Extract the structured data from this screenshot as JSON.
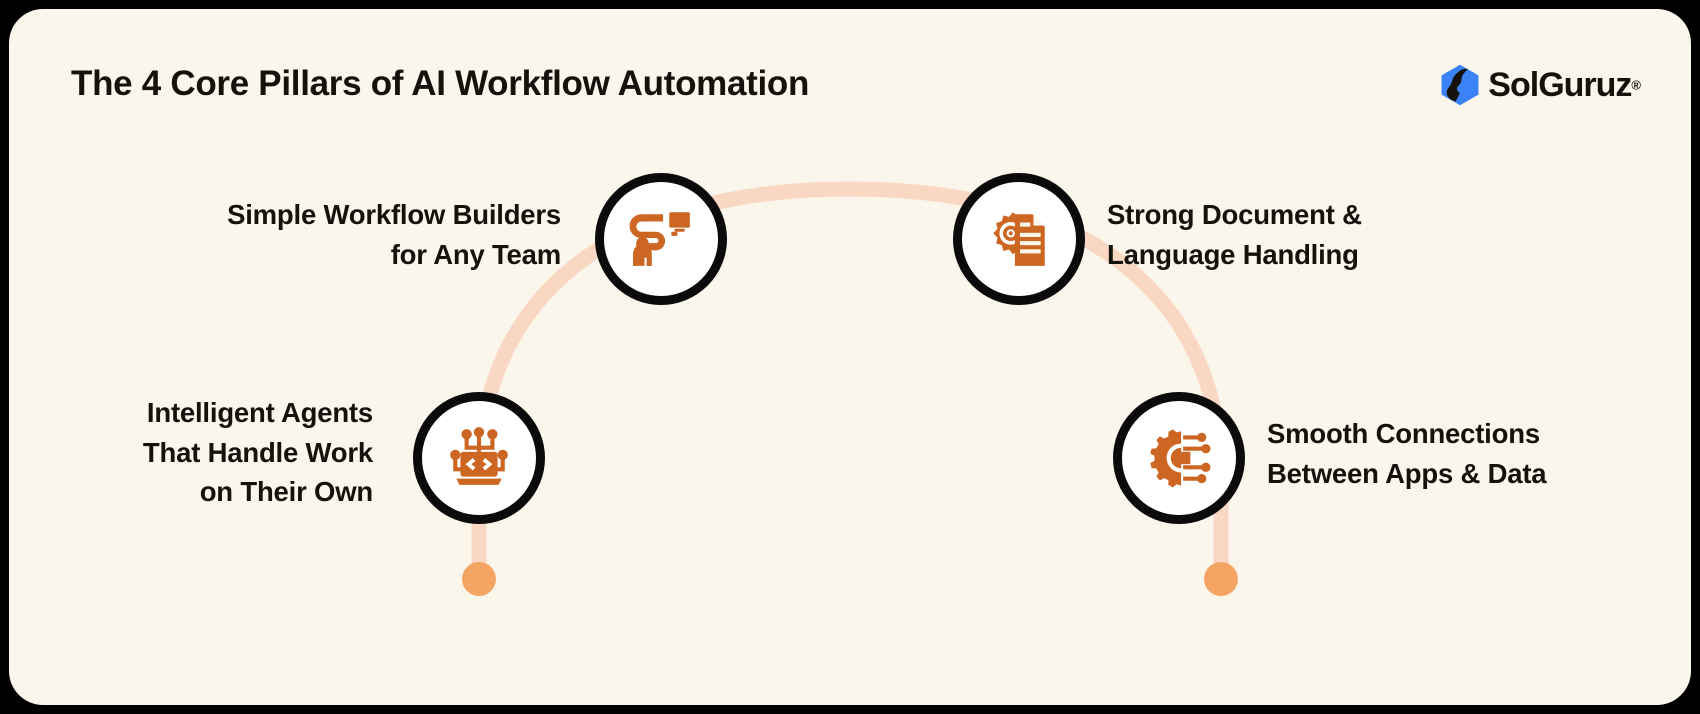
{
  "card": {
    "background_color": "#FBF6EB",
    "border_color": "#000000"
  },
  "header": {
    "title": "The 4 Core Pillars of AI Workflow Automation",
    "logo": {
      "name": "SolGuruz",
      "trademark": "®",
      "mark_color": "#3B82F6",
      "swoosh_color": "#15120E",
      "text_color": "#15120E"
    }
  },
  "theme": {
    "icon_color": "#CC6622",
    "arc_color": "#F9D7C2",
    "dot_color": "#F5A563",
    "ring_color": "#0B0B0B",
    "text_color": "#15120E"
  },
  "pillars": [
    {
      "id": "simple-workflow-builders",
      "label": "Simple Workflow Builders\nfor Any Team",
      "icon": "workflow-person-screen-icon",
      "align": "right",
      "position": "top-left"
    },
    {
      "id": "strong-document-language-handling",
      "label": "Strong Document &\nLanguage Handling",
      "icon": "gear-document-icon",
      "align": "left",
      "position": "top-right"
    },
    {
      "id": "intelligent-agents",
      "label": "Intelligent Agents\nThat Handle Work\non Their Own",
      "icon": "laptop-code-circuit-icon",
      "align": "right",
      "position": "bottom-left"
    },
    {
      "id": "smooth-connections",
      "label": "Smooth Connections\nBetween Apps & Data",
      "icon": "gear-circuit-nodes-icon",
      "align": "left",
      "position": "bottom-right"
    }
  ]
}
